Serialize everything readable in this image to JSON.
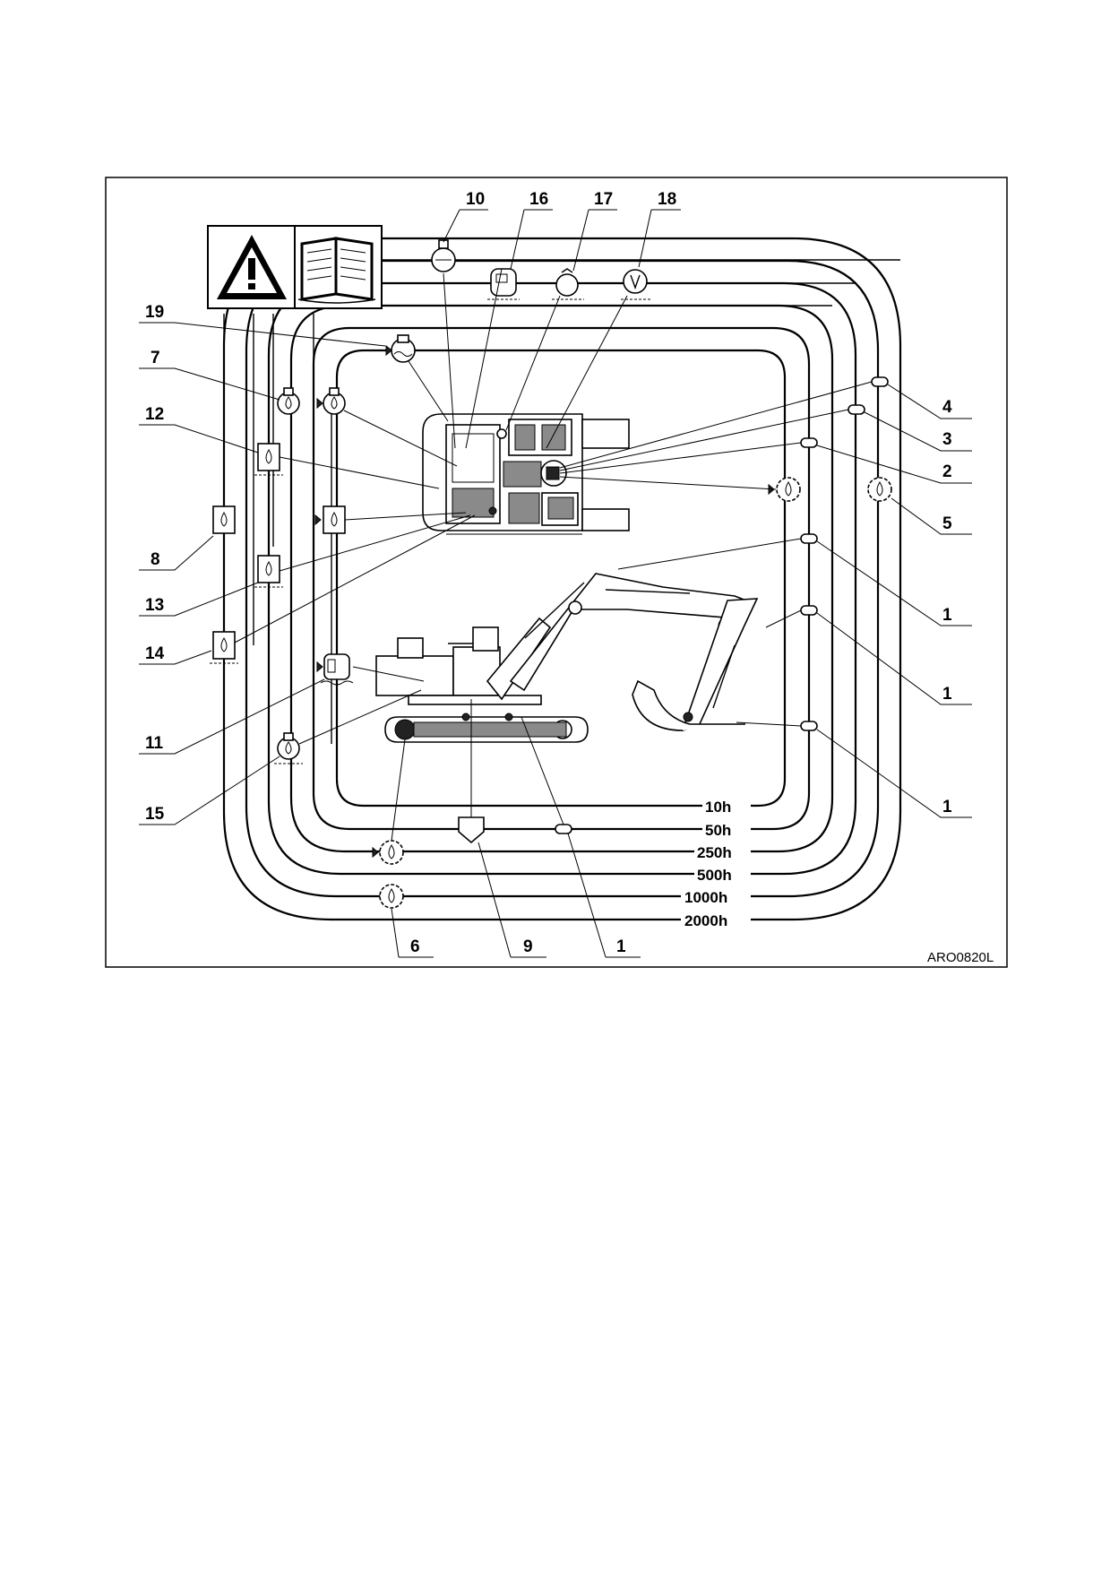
{
  "figure": {
    "code": "ARO0820L",
    "intervals": [
      "10h",
      "50h",
      "250h",
      "500h",
      "1000h",
      "2000h"
    ],
    "callouts": {
      "c10": "10",
      "c16": "16",
      "c17": "17",
      "c18": "18",
      "c19": "19",
      "c7": "7",
      "c12": "12",
      "c8": "8",
      "c13": "13",
      "c14": "14",
      "c11": "11",
      "c15": "15",
      "c4": "4",
      "c3": "3",
      "c2": "2",
      "c5": "5",
      "c1a": "1",
      "c1b": "1",
      "c1c": "1",
      "c6": "6",
      "c9": "9",
      "c1d": "1"
    }
  }
}
